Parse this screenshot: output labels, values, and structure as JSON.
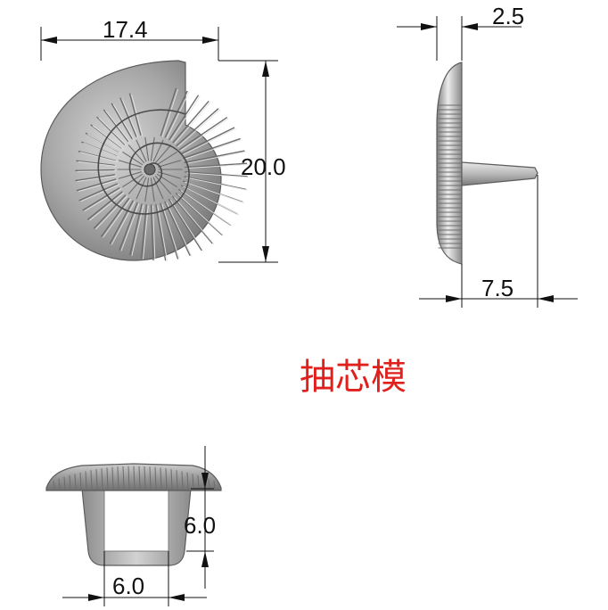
{
  "dimensions": {
    "shell_width": "17.4",
    "shell_height": "20.0",
    "side_thickness": "2.5",
    "pin_length": "7.5",
    "cap_depth": "6.0",
    "cap_width": "6.0"
  },
  "note": {
    "text": "抽芯模",
    "color": "#e0201c"
  },
  "colors": {
    "part_fill": "#a9a9a9",
    "part_dark": "#6c6c6c",
    "part_light": "#e4e4e4",
    "dimension_line": "#111111"
  }
}
